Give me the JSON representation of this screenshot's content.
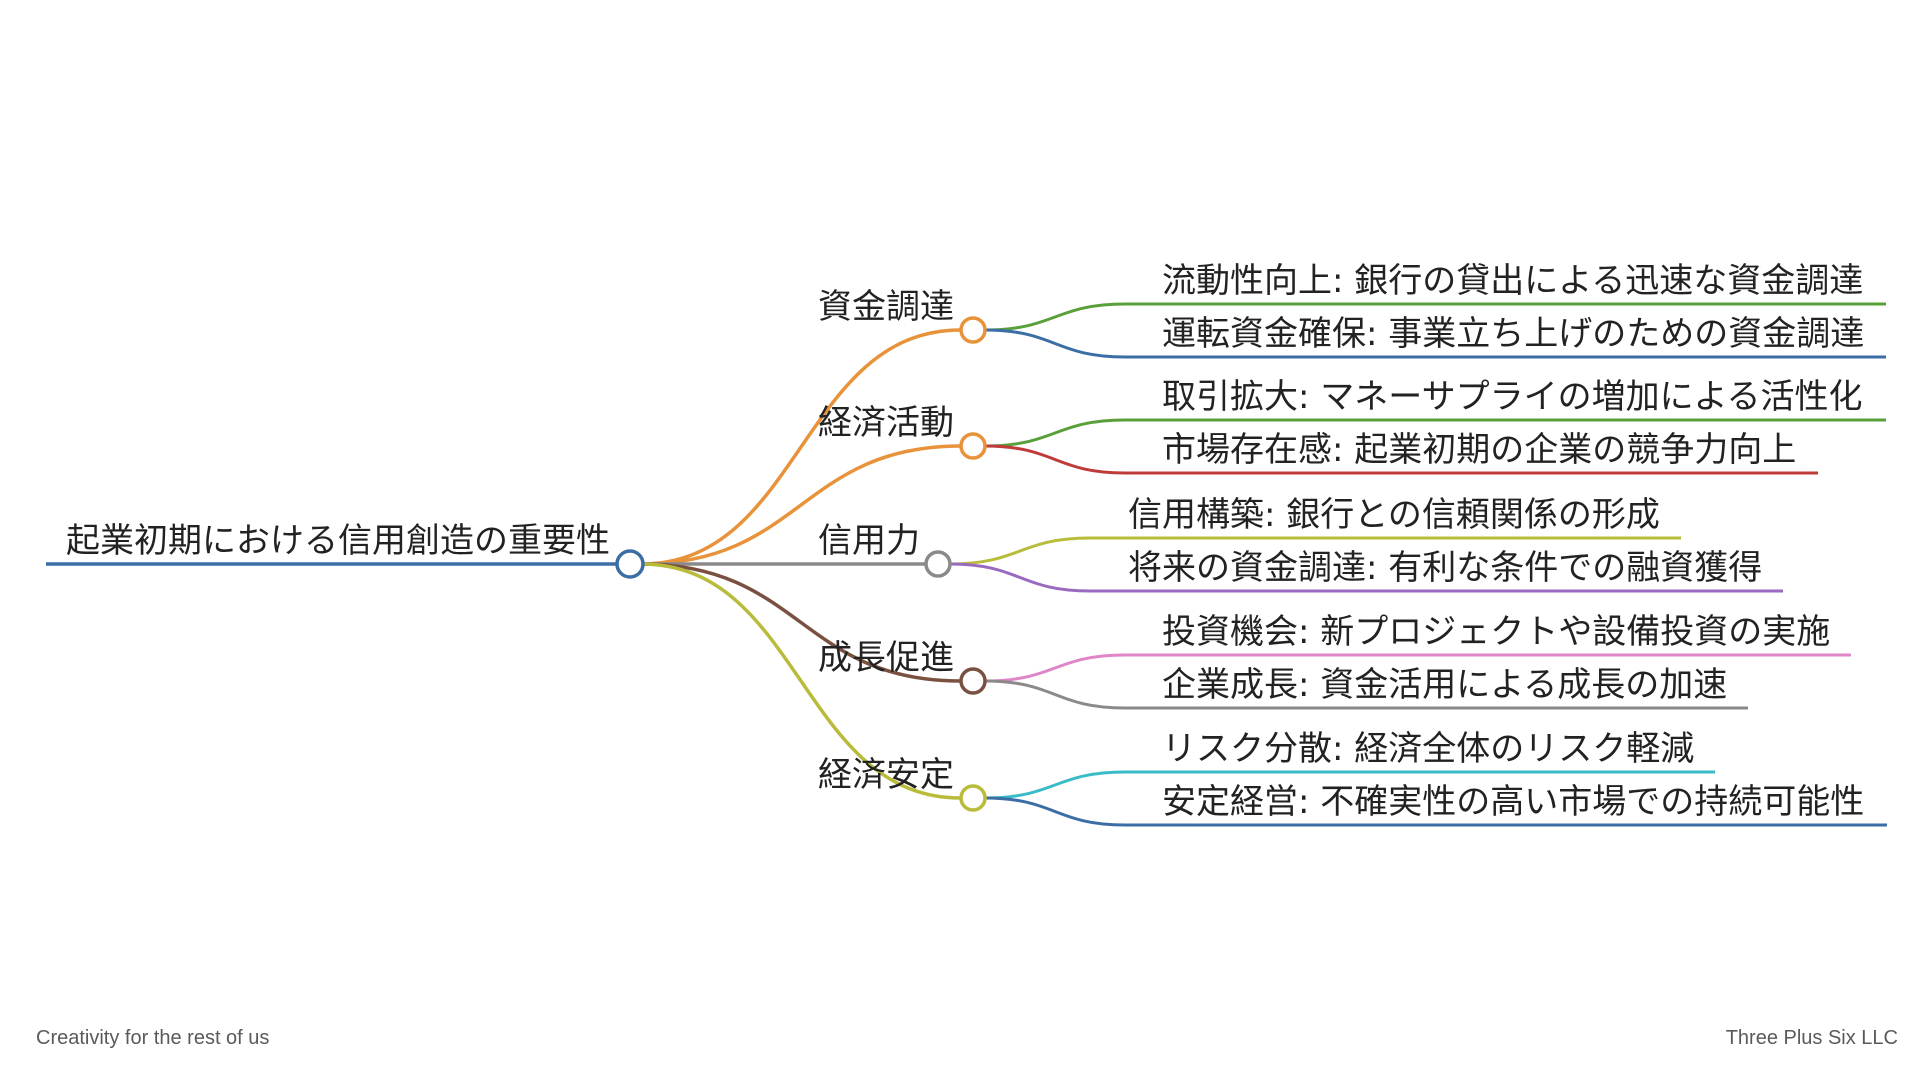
{
  "mindmap": {
    "root": {
      "label": "起業初期における信用創造の重要性",
      "color": "#3a6ea5"
    },
    "branches": [
      {
        "label": "資金調達",
        "color": "#e8923a",
        "children": [
          {
            "label": "流動性向上: 銀行の貸出による迅速な資金調達",
            "color": "#5aa03a"
          },
          {
            "label": "運転資金確保: 事業立ち上げのための資金調達",
            "color": "#3a6ea5"
          }
        ]
      },
      {
        "label": "経済活動",
        "color": "#e8923a",
        "children": [
          {
            "label": "取引拡大: マネーサプライの増加による活性化",
            "color": "#5aa03a"
          },
          {
            "label": "市場存在感: 起業初期の企業の競争力向上",
            "color": "#c03a3a"
          }
        ]
      },
      {
        "label": "信用力",
        "color": "#8a8a8a",
        "children": [
          {
            "label": "信用構築: 銀行との信頼関係の形成",
            "color": "#b8bc3a"
          },
          {
            "label": "将来の資金調達: 有利な条件での融資獲得",
            "color": "#9a6ac0"
          }
        ]
      },
      {
        "label": "成長促進",
        "color": "#7a5040",
        "children": [
          {
            "label": "投資機会: 新プロジェクトや設備投資の実施",
            "color": "#e085c8"
          },
          {
            "label": "企業成長: 資金活用による成長の加速",
            "color": "#8a8a8a"
          }
        ]
      },
      {
        "label": "経済安定",
        "color": "#b8bc3a",
        "children": [
          {
            "label": "リスク分散: 経済全体のリスク軽減",
            "color": "#3abcc8"
          },
          {
            "label": "安定経営: 不確実性の高い市場での持続可能性",
            "color": "#3a6ea5"
          }
        ]
      }
    ]
  },
  "footer": {
    "left": "Creativity for the rest of us",
    "right": "Three Plus Six LLC"
  }
}
